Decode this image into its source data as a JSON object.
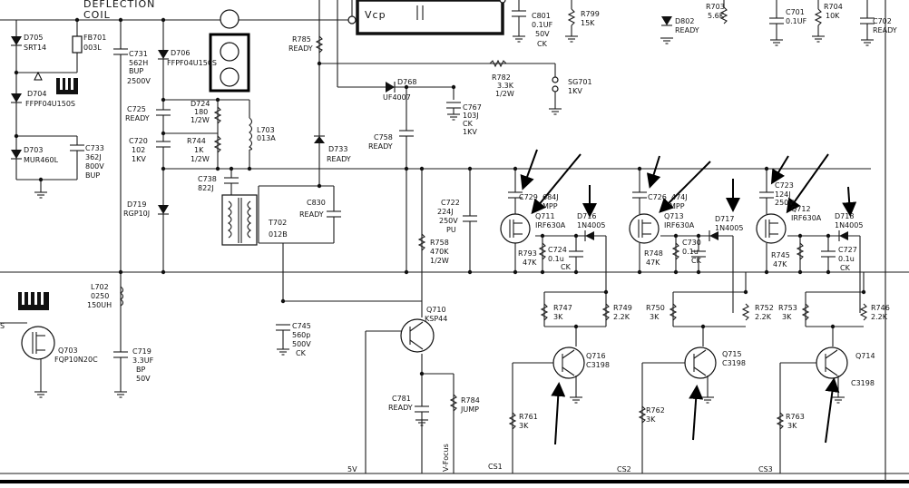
{
  "texts": {
    "deflection": "DEFLECTION",
    "coil": "COIL",
    "vcp": "Vcp",
    "d705": "D705",
    "srt14": "SRT14",
    "fb701": "FB701",
    "fb701v": "003L",
    "d704": "D704",
    "d704v": "FFPF04U150S",
    "d703": "D703",
    "d703v": "MUR460L",
    "c733": "C733",
    "c733v1": "362J",
    "c733v2": "800V",
    "c733v3": "BUP",
    "c731": "C731",
    "c731v1": "562H",
    "c731v2": "BUP",
    "c731v3": "2500V",
    "d706": "D706",
    "d706v": "FFPF04U150S",
    "c725": "C725",
    "c725v": "READY",
    "d724": "D724",
    "d724v1": "180",
    "d724v2": "1/2W",
    "c720": "C720",
    "c720v1": "102",
    "c720v2": "1KV",
    "r744": "R744",
    "r744v1": "1K",
    "r744v2": "1/2W",
    "l703": "L703",
    "l703v": "013A",
    "d719": "D719",
    "d719v": "RGP10J",
    "c738": "C738",
    "c738v": "822J",
    "t702": "T702",
    "t702v": "012B",
    "c830": "C830",
    "c830v": "READY",
    "r785": "R785",
    "r785v": "READY",
    "d768": "D768",
    "d768v": "UF4007",
    "d733": "D733",
    "d733v": "READY",
    "c758": "C758",
    "c758v": "READY",
    "c767": "C767",
    "c767v1": "103J",
    "c767v2": "CK",
    "c767v3": "1KV",
    "r782": "R782",
    "r782v1": "3.3K",
    "r782v2": "1/2W",
    "sg701": "SG701",
    "sg701v": "1KV",
    "c801": "C801",
    "c801v1": "0.1UF",
    "c801v2": "50V",
    "c801v3": "CK",
    "r799": "R799",
    "r799v": "15K",
    "d802": "D802",
    "d802v": "READY",
    "r703": "R703",
    "r703v": "5.6K",
    "c701": "C701",
    "c701v": "0.1UF",
    "r704": "R704",
    "r704v": "10K",
    "c702": "C702",
    "c702v": "READY",
    "c722": "C722",
    "c722v1": "224J",
    "c722v2": "250V",
    "c722v3": "PU",
    "c729": "C729",
    "c729v": "684J",
    "q711": "Q711",
    "q711v": "IRF630A",
    "mpp1": "MPP",
    "d716": "D716",
    "d716v": "1N4005",
    "r793": "R793",
    "r793v": "47K",
    "c724": "C724",
    "c724v1": "0.1u",
    "c724v2": "CK",
    "c726": "C726",
    "c726v": "474J",
    "q713": "Q713",
    "q713v": "IRF630A",
    "mpp2": "MPP",
    "d717": "D717",
    "d717v": "1N4005",
    "r748": "R748",
    "r748v": "47K",
    "c730": "C730",
    "c730v1": "0.1u",
    "c730v2": "CK",
    "c723": "C723",
    "c723v1": "124J",
    "c723v2": "250V",
    "q712": "Q712",
    "q712v": "IRF630A",
    "d718": "D718",
    "d718v": "1N4005",
    "r745": "R745",
    "r745v": "47K",
    "c727": "C727",
    "c727v1": "0.1u",
    "c727v2": "CK",
    "r758": "R758",
    "r758v1": "470K",
    "r758v2": "1/2W",
    "l702": "L702",
    "l702v1": "0250",
    "l702v2": "150UH",
    "q703": "Q703",
    "q703v": "FQP10N20C",
    "c719": "C719",
    "c719v1": "3.3UF",
    "c719v2": "BP",
    "c719v3": "50V",
    "c745": "C745",
    "c745v1": "560p",
    "c745v2": "500V",
    "c745v3": "CK",
    "q710": "Q710",
    "q710v": "KSP44",
    "c781": "C781",
    "c781v": "READY",
    "r784": "R784",
    "r784v": "JUMP",
    "r747": "R747",
    "r747v": "3K",
    "r749": "R749",
    "r749v": "2.2K",
    "r750": "R750",
    "r750v": "3K",
    "r752": "R752",
    "r752v": "2.2K",
    "r753": "R753",
    "r753v": "3K",
    "r746": "R746",
    "r746v": "2.2K",
    "q716": "Q716",
    "q716v": "C3198",
    "q715": "Q715",
    "q715v": "C3198",
    "q714": "Q714",
    "q714v": "C3198",
    "r761": "R761",
    "r761v": "3K",
    "r762": "R762",
    "r762v": "3K",
    "r763": "R763",
    "r763v": "3K",
    "v5": "5V",
    "vfocus": "V-Focus",
    "cs1": "CS1",
    "cs2": "CS2",
    "cs3": "CS3",
    "s_edge": "S"
  }
}
